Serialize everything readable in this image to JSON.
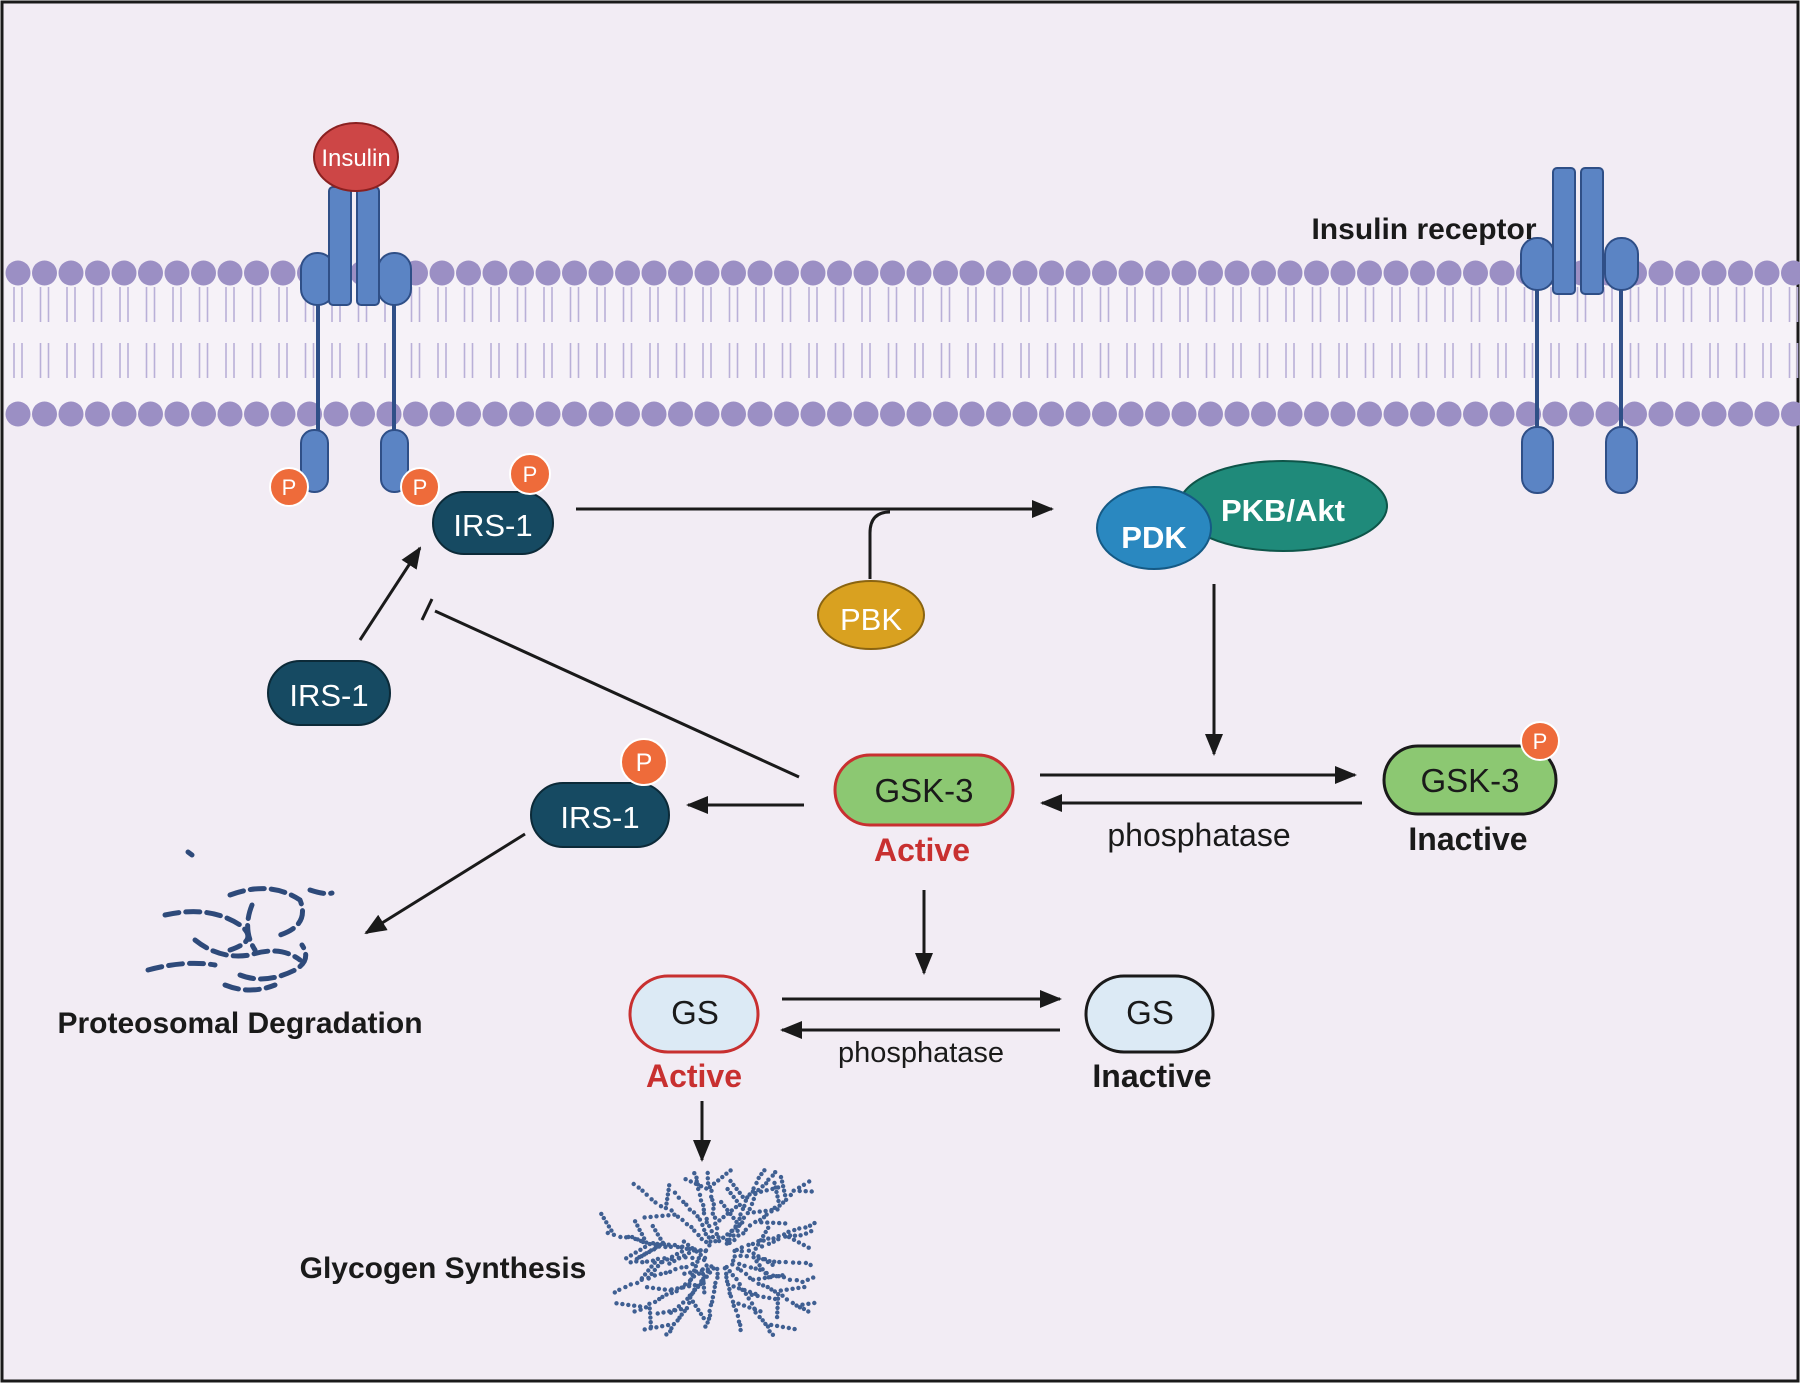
{
  "figure": {
    "labels": {
      "insulin": "Insulin",
      "insulin_receptor": "Insulin receptor",
      "irs1_membrane": "IRS-1",
      "irs1_free": "IRS-1",
      "irs1_phospho": "IRS-1",
      "pbk": "PBK",
      "pdk": "PDK",
      "pkb_akt": "PKB/Akt",
      "gsk3_active": "GSK-3",
      "gsk3_active_state": "Active",
      "gsk3_inactive": "GSK-3",
      "gsk3_inactive_state": "Inactive",
      "phosphatase_gsk": "phosphatase",
      "gs_active": "GS",
      "gs_active_state": "Active",
      "gs_inactive": "GS",
      "gs_inactive_state": "Inactive",
      "phosphatase_gs": "phosphatase",
      "proteosomal_degradation": "Proteosomal Degradation",
      "glycogen_synthesis": "Glycogen Synthesis",
      "phospho": "P"
    },
    "colors": {
      "background": "#f2ecf4",
      "membrane_head": "#9b8fc4",
      "membrane_tail": "#b9b0d8",
      "receptor": "#5b84c4",
      "insulin": "#cd4646",
      "irs1": "#164a62",
      "phospho": "#ee6b3a",
      "pbk": "#d9a120",
      "pdk": "#2a88c0",
      "pkb_akt": "#1f8a7a",
      "gsk3": "#8cc872",
      "active_outline": "#c83030",
      "gs_fill": "#dceaf5"
    }
  }
}
